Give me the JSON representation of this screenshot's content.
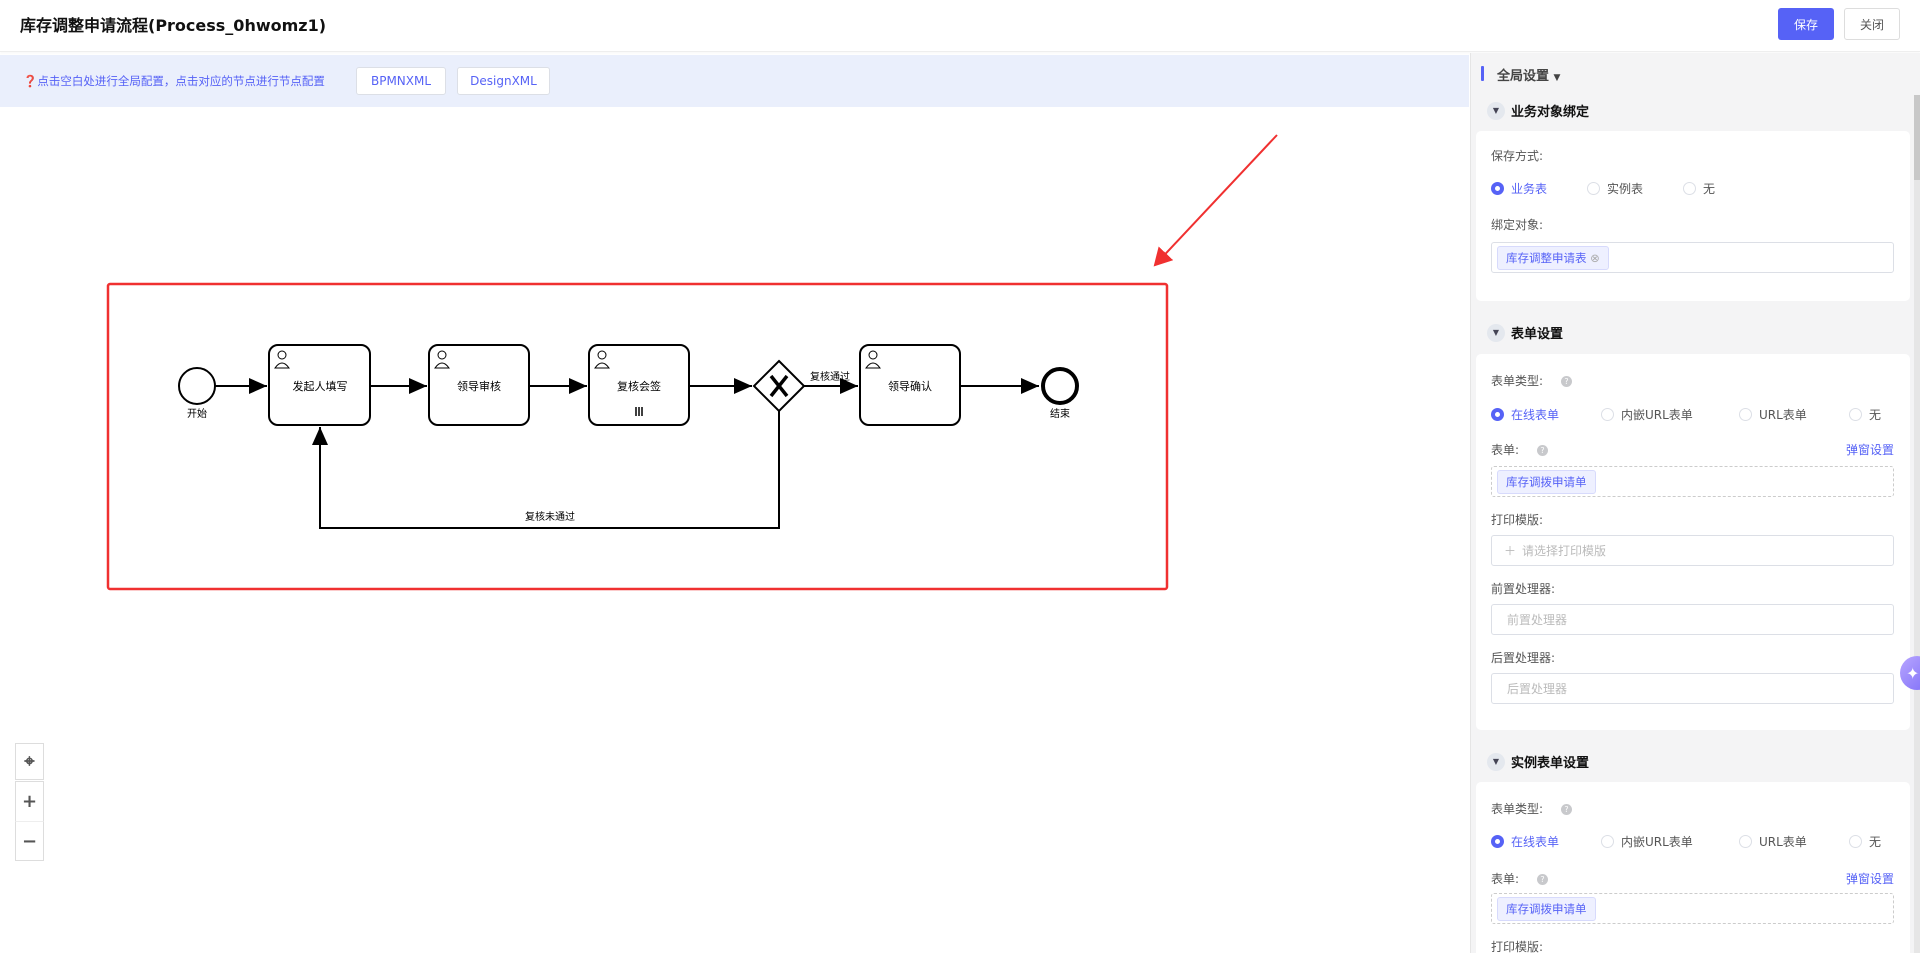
{
  "header": {
    "title": "库存调整申请流程(Process_0hwomz1)",
    "save": "保存",
    "close": "关闭"
  },
  "infobar": {
    "tip": "❓点击空白处进行全局配置，点击对应的节点进行节点配置",
    "bpmn": "BPMNXML",
    "design": "DesignXML"
  },
  "diagram": {
    "start": "开始",
    "end": "结束",
    "tasks": [
      "发起人填写",
      "领导审核",
      "复核会签",
      "领导确认"
    ],
    "pass": "复核通过",
    "reject": "复核未通过"
  },
  "zoom": {
    "fit": "⌖",
    "in": "+",
    "out": "−"
  },
  "panel": {
    "global": "全局设置",
    "sec1": {
      "title": "业务对象绑定",
      "save_mode": "保存方式:",
      "options": [
        "业务表",
        "实例表",
        "无"
      ],
      "bind": "绑定对象:",
      "bind_tag": "库存调整申请表"
    },
    "sec2": {
      "title": "表单设置",
      "type": "表单类型:",
      "options": [
        "在线表单",
        "内嵌URL表单",
        "URL表单",
        "无"
      ],
      "form": "表单:",
      "popup": "弹窗设置",
      "form_tag": "库存调拨申请单",
      "print": "打印模版:",
      "print_ph": "请选择打印模版",
      "pre": "前置处理器:",
      "pre_ph": "前置处理器",
      "post": "后置处理器:",
      "post_ph": "后置处理器"
    },
    "sec3": {
      "title": "实例表单设置",
      "type": "表单类型:",
      "options": [
        "在线表单",
        "内嵌URL表单",
        "URL表单",
        "无"
      ],
      "form": "表单:",
      "popup": "弹窗设置",
      "form_tag": "库存调拨申请单",
      "print": "打印模版:"
    }
  }
}
